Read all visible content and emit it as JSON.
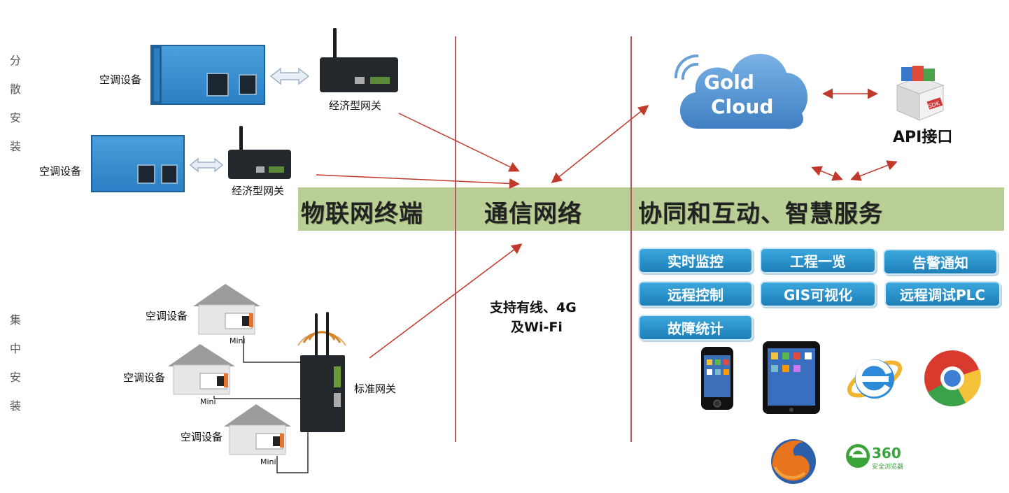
{
  "side_labels": {
    "distributed": [
      "分",
      "散",
      "安",
      "装"
    ],
    "centralized": [
      "集",
      "中",
      "安",
      "装"
    ]
  },
  "band": {
    "terminal": "物联网终端",
    "network": "通信网络",
    "service": "协同和互动、智慧服务"
  },
  "devices": {
    "ac_label": "空调设备",
    "economy_gateway": "经济型网关",
    "standard_gateway": "标准网关",
    "mini": "Mini"
  },
  "network_note": {
    "line1": "支持有线、4G",
    "line2": "及Wi-Fi"
  },
  "cloud": {
    "line1": "Gold",
    "line2": "Cloud"
  },
  "api": {
    "label": "API接口",
    "sdk": "SDK"
  },
  "services": [
    "实时监控",
    "工程一览",
    "告警通知",
    "远程控制",
    "GIS可视化",
    "远程调试PLC",
    "故障统计"
  ],
  "clients": [
    "iphone-icon",
    "ipad-icon",
    "ie-browser-icon",
    "chrome-browser-icon",
    "firefox-browser-icon",
    "360-browser-icon"
  ],
  "brand_360": {
    "num": "360",
    "sub": "安全浏览器"
  },
  "colors": {
    "band": "#b9cf96",
    "divider": "#b85a5a",
    "arrow": "#c0392b",
    "button": "#1e7fb8",
    "cloud": "#5b9bd5"
  }
}
